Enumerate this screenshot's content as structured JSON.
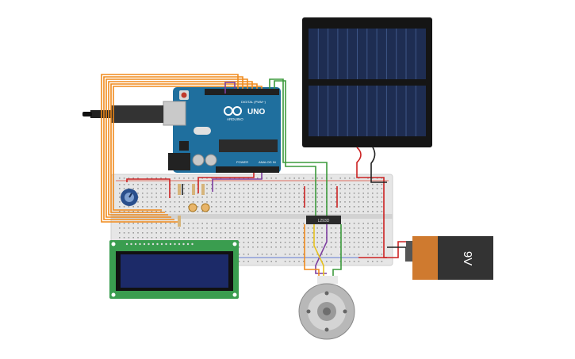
{
  "arduino": {
    "logo": "UNO",
    "brand": "ARDUINO",
    "digital_header": "DIGITAL (PWM~)",
    "power_label": "POWER",
    "analog_label": "ANALOG IN"
  },
  "motor_driver": {
    "chip_label": "L293D"
  },
  "battery": {
    "label": "9V"
  },
  "colors": {
    "arduino_board": "#1f6f9e",
    "breadboard": "#e6e6e6",
    "solar_panel": "#1e2d52",
    "lcd_board": "#3a9d4f",
    "lcd_screen": "#1c2a68",
    "battery_body": "#cf7a2f",
    "battery_cap": "#333333",
    "wire_orange": "#f08a1c",
    "wire_red": "#cc2222",
    "wire_green": "#3c9a3c",
    "wire_purple": "#7e3fa0",
    "wire_yellow": "#e6c21e",
    "wire_black": "#222222",
    "motor": "#b8b8b8"
  },
  "components": [
    "arduino-uno",
    "breadboard",
    "solar-panel",
    "lcd-16x2",
    "potentiometer",
    "photoresistors",
    "resistors",
    "motor-driver",
    "dc-motor",
    "battery-9v"
  ]
}
